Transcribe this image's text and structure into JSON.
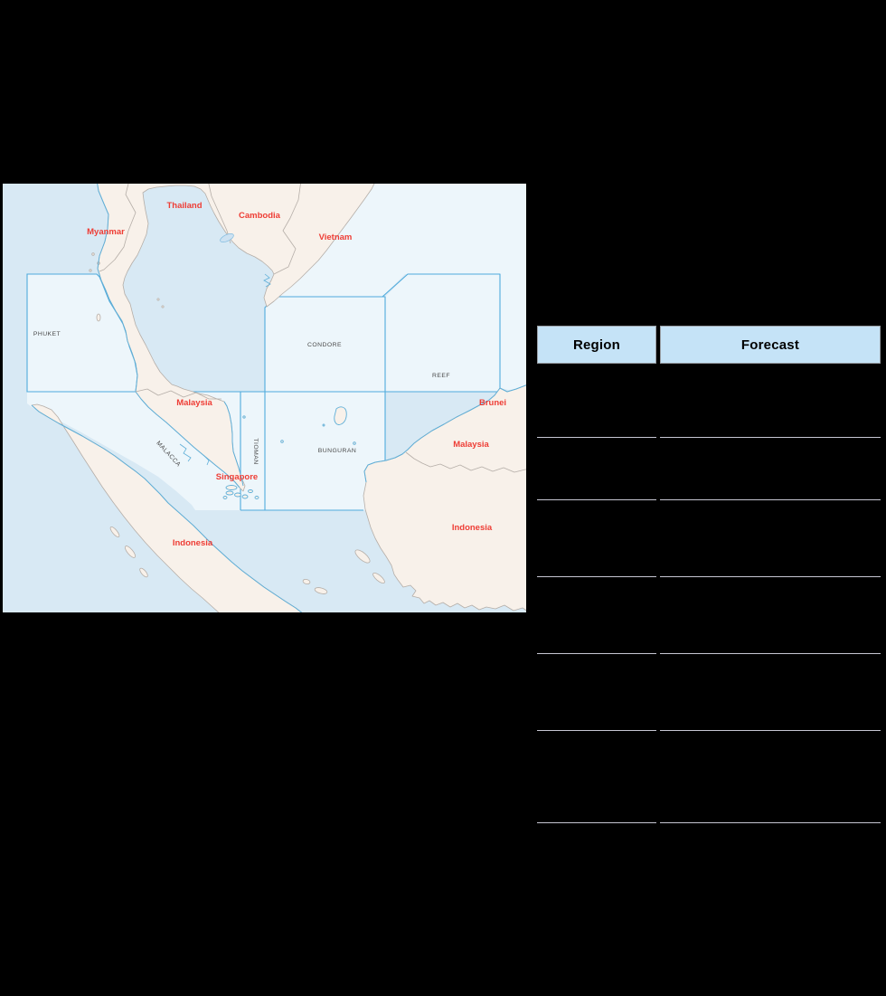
{
  "map": {
    "name": "southeast-asia-marine-forecast-map",
    "country_labels": [
      {
        "id": "thailand",
        "text": "Thailand"
      },
      {
        "id": "cambodia",
        "text": "Cambodia"
      },
      {
        "id": "vietnam",
        "text": "Vietnam"
      },
      {
        "id": "myanmar",
        "text": "Myanmar"
      },
      {
        "id": "malaysia-peninsula",
        "text": "Malaysia"
      },
      {
        "id": "singapore",
        "text": "Singapore"
      },
      {
        "id": "brunei",
        "text": "Brunei"
      },
      {
        "id": "malaysia-borneo",
        "text": "Malaysia"
      },
      {
        "id": "indonesia-sumatra",
        "text": "Indonesia"
      },
      {
        "id": "indonesia-borneo",
        "text": "Indonesia"
      }
    ],
    "region_labels": [
      {
        "id": "phuket",
        "text": "PHUKET"
      },
      {
        "id": "malacca",
        "text": "MALACCA"
      },
      {
        "id": "tioman",
        "text": "TIOMAN"
      },
      {
        "id": "condore",
        "text": "CONDORE"
      },
      {
        "id": "bunguran",
        "text": "BUNGURAN"
      },
      {
        "id": "reef",
        "text": "REEF"
      }
    ],
    "colors": {
      "sea": "#d8e9f4",
      "land": "#f8f1ea",
      "forecast_region_fill": "#edf6fb",
      "forecast_region_border": "#4fabdc",
      "coastline_blue": "#5fafd8",
      "border_gray": "#b5aea8",
      "country_label_red": "#ee3d35",
      "region_label_dark": "#4a4a4a"
    }
  },
  "table": {
    "header": {
      "region": "Region",
      "forecast": "Forecast"
    },
    "header_bg": "#c5e3f7",
    "separator_color": "#c6c6d2",
    "background": "#000000",
    "rows": [
      {
        "region": "",
        "forecast": ""
      },
      {
        "region": "",
        "forecast": ""
      },
      {
        "region": "",
        "forecast": ""
      },
      {
        "region": "",
        "forecast": ""
      },
      {
        "region": "",
        "forecast": ""
      },
      {
        "region": "",
        "forecast": ""
      }
    ]
  }
}
